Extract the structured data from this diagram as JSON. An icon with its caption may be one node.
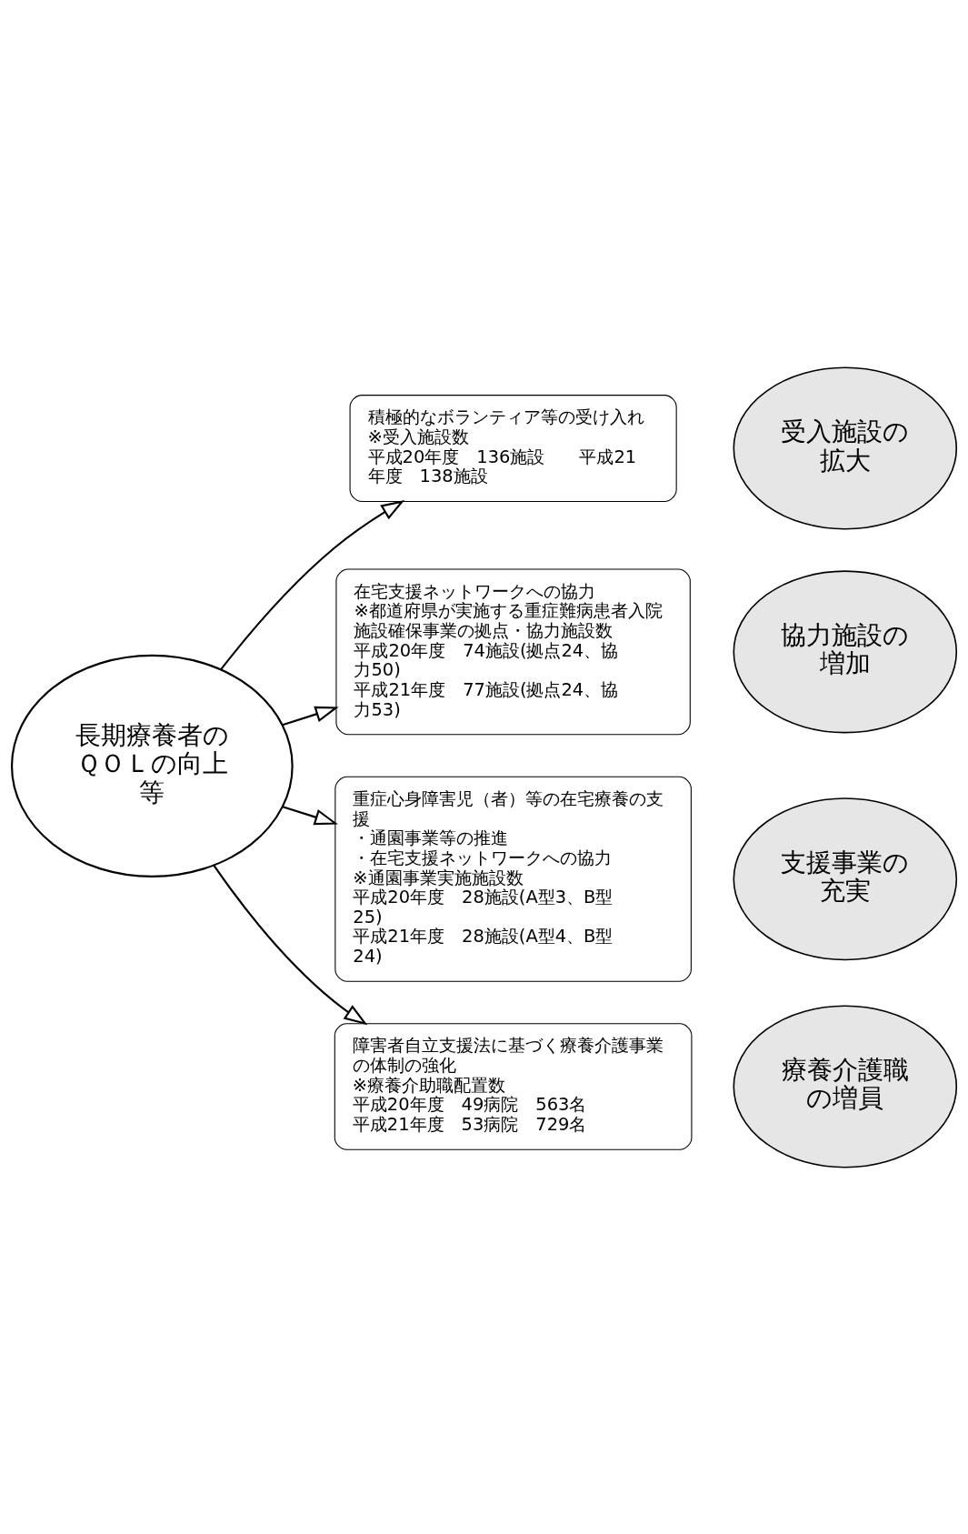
{
  "diagram": {
    "nodes": [
      {
        "text": [
          "長期療養者のＱＯＬの向上等"
        ]
      },
      {
        "text": [
          "積極的なボランティア等の受け入れ",
          "※受入施設数",
          "平成20年度　136施設　　平成21年度　138施設"
        ]
      },
      {
        "text": [
          "在宅支援ネットワークへの協力",
          "※都道府県が実施する重症難病患者入院施設確保事業の拠点・協力施設数",
          "平成20年度　74施設(拠点24、協力50)",
          "平成21年度　77施設(拠点24、協力53)"
        ]
      },
      {
        "text": [
          "重症心身障害児（者）等の在宅療養の支援",
          "・通園事業等の推進",
          "・在宅支援ネットワークへの協力",
          "※通園事業実施施設数",
          "平成20年度　28施設(A型3、B型25)",
          "平成21年度　28施設(A型4、B型24)"
        ]
      },
      {
        "text": [
          "障害者自立支援法に基づく療養介護事業の体制の強化",
          "※療養介助職配置数",
          "平成20年度　49病院　563名",
          "平成21年度　53病院　729名"
        ]
      },
      {
        "text": [
          "受入施設の拡大"
        ]
      },
      {
        "text": [
          "協力施設の増加"
        ]
      },
      {
        "text": [
          "支援事業の充実"
        ]
      },
      {
        "text": [
          "療養介護職の増員"
        ]
      }
    ],
    "edges": [
      {
        "from": 0,
        "to": 1,
        "arrow": "to"
      },
      {
        "from": 0,
        "to": 2,
        "arrow": "to"
      },
      {
        "from": 0,
        "to": 3,
        "arrow": "to"
      },
      {
        "from": 0,
        "to": 4,
        "arrow": "to"
      }
    ]
  }
}
